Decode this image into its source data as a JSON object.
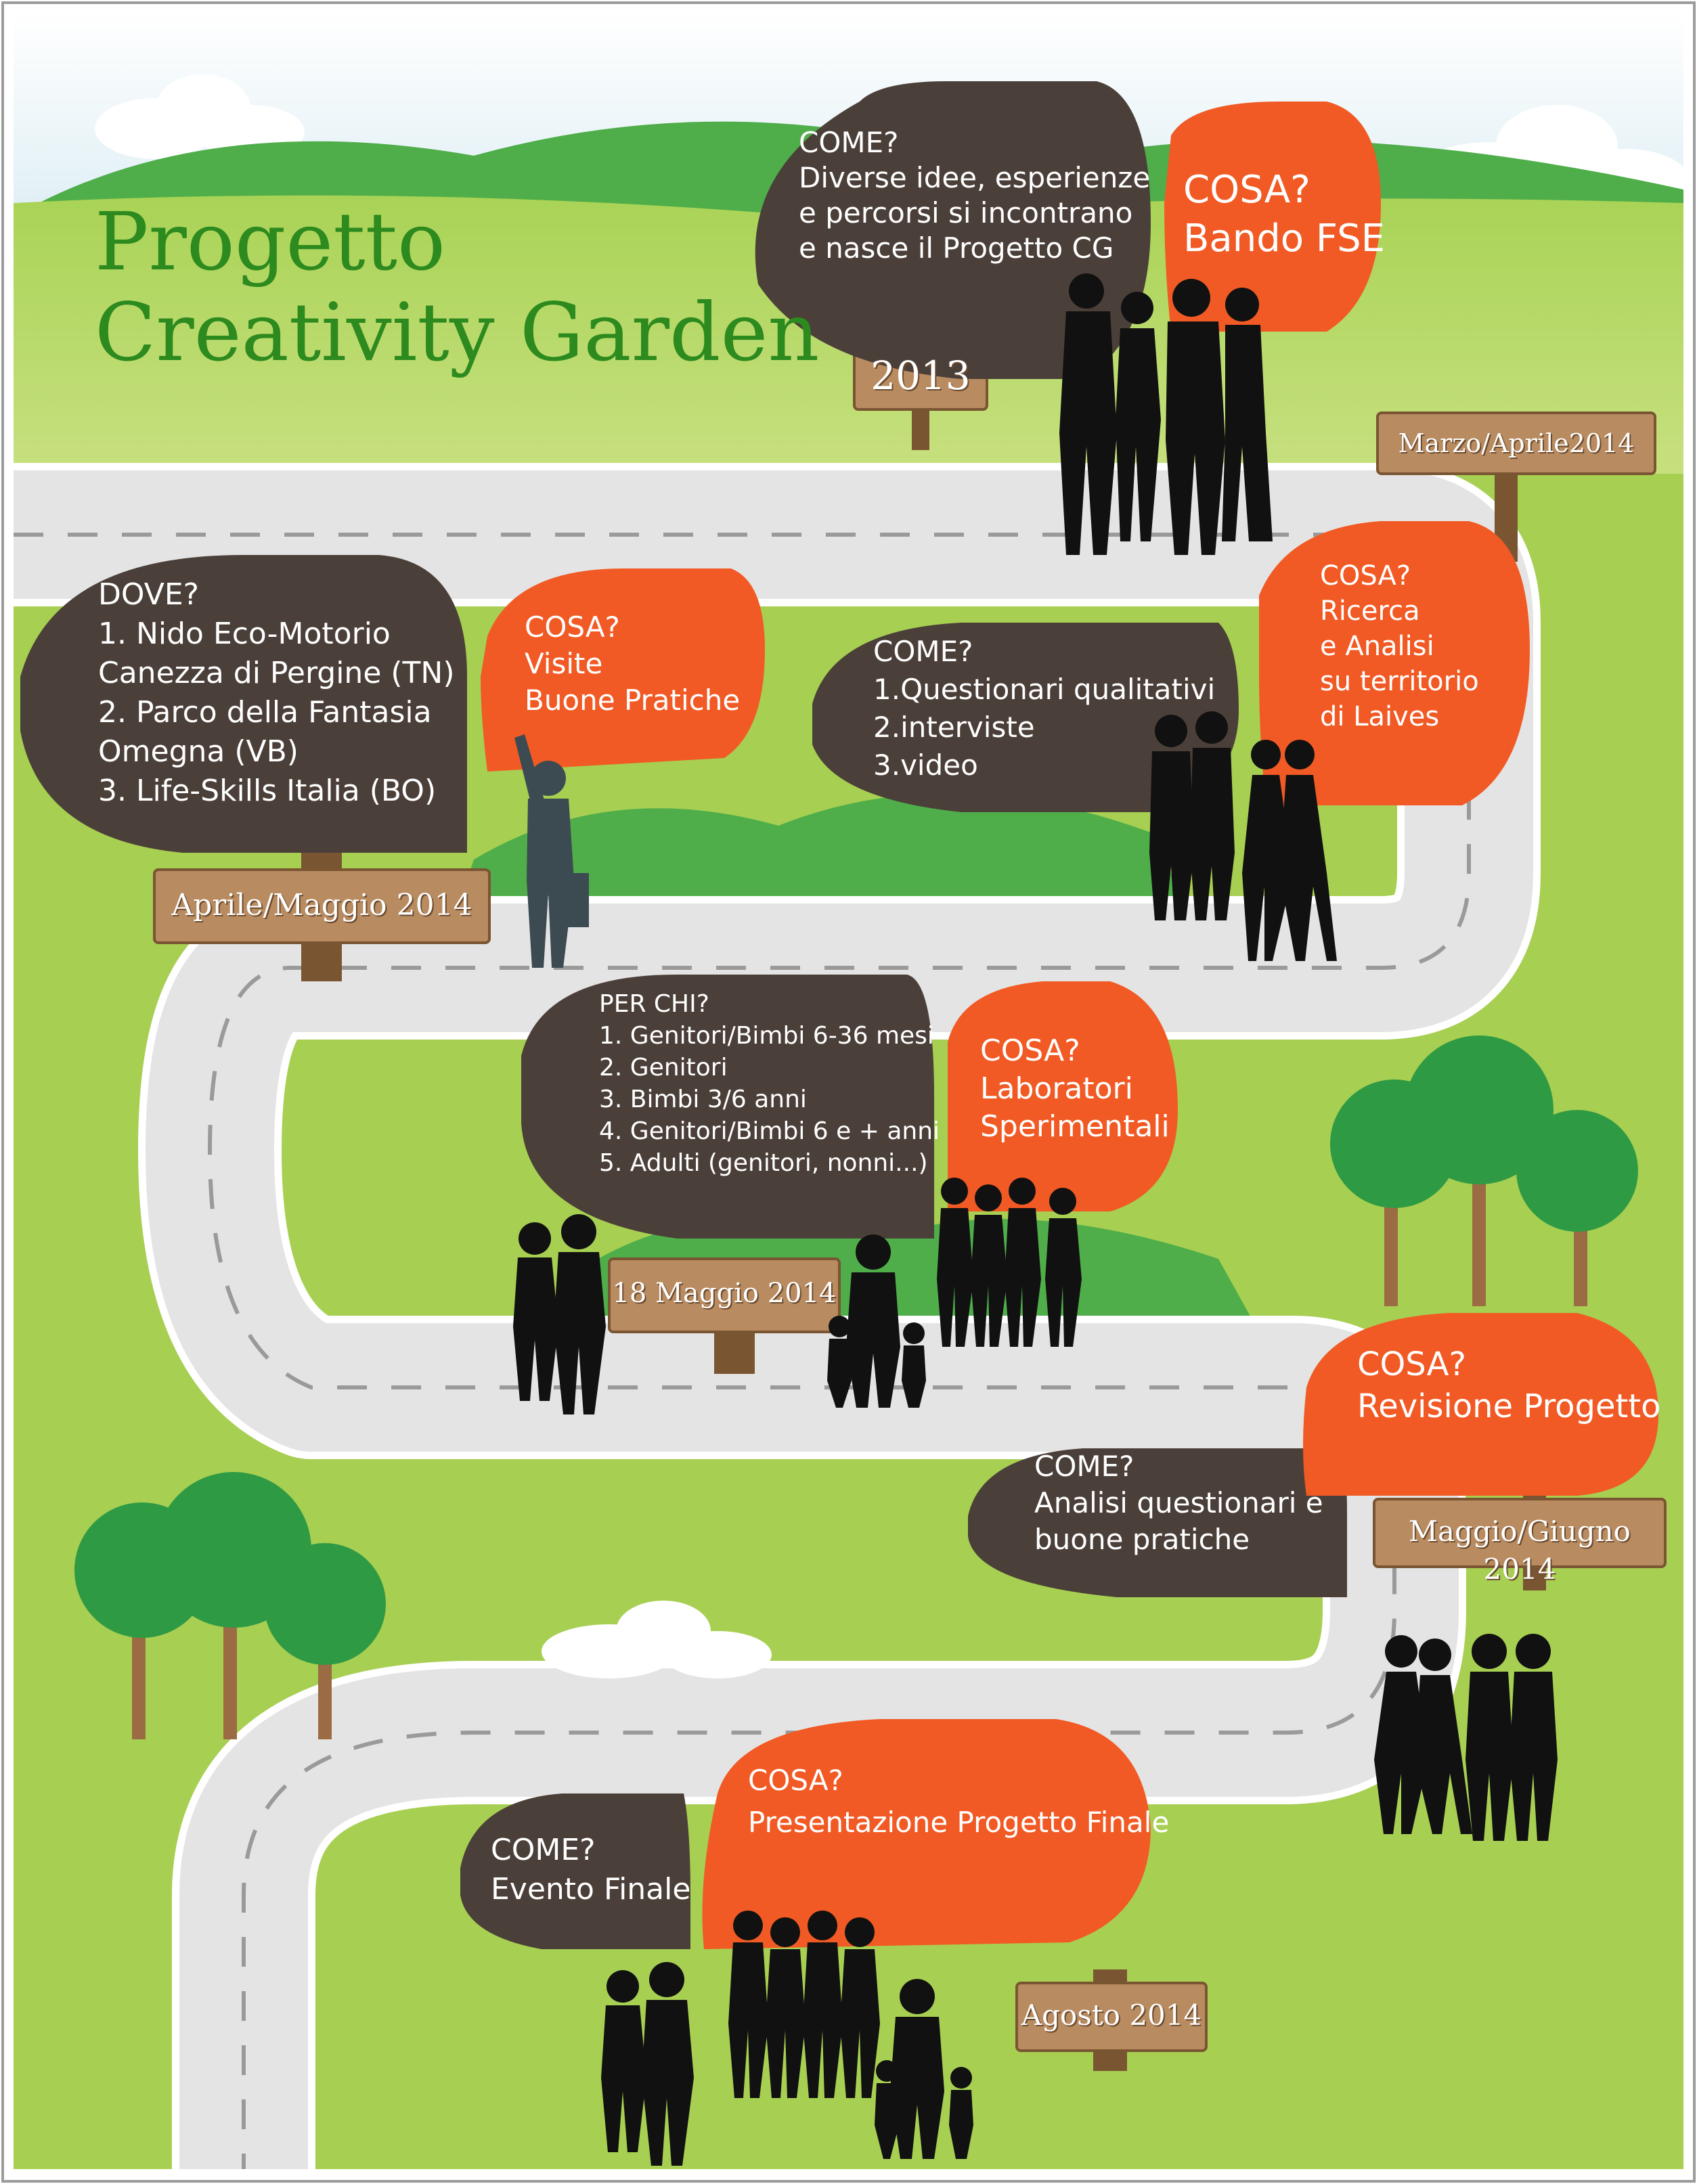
{
  "title": {
    "line1": "Progetto",
    "line2": "Creativity Garden"
  },
  "colors": {
    "sky": "#e9f4f8",
    "grass_light": "#bcd96a",
    "grass": "#8cc63f",
    "hills": "#4fae4a",
    "road": "#e6e6e6",
    "road_edge": "#ffffff",
    "bubble_dark": "#4b3f39",
    "bubble_orange": "#f15a24",
    "sign_wood": "#b88b61",
    "silhouette": "#111111",
    "tree_green": "#2f9a44",
    "trunk": "#9b6b44",
    "title_green": "#2d8a1e"
  },
  "signs": [
    {
      "id": "2013",
      "label": "2013"
    },
    {
      "id": "marzo",
      "label": "Marzo/Aprile2014"
    },
    {
      "id": "aprile",
      "label": "Aprile/Maggio 2014"
    },
    {
      "id": "maggio18",
      "label": "18 Maggio 2014"
    },
    {
      "id": "maggiogiugno",
      "label": "Maggio/Giugno 2014"
    },
    {
      "id": "agosto",
      "label": "Agosto 2014"
    }
  ],
  "bubbles": {
    "come_2013": "COME?\nDiverse idee, esperienze\n e percorsi si incontrano\ne nasce il Progetto CG",
    "cosa_2013": "COSA?\nBando FSE",
    "dove": "DOVE?\n1. Nido Eco-Motorio\nCanezza di Pergine (TN)\n2. Parco della Fantasia\nOmegna (VB)\n3. Life-Skills Italia (BO)",
    "cosa_visite": "COSA?\nVisite\nBuone Pratiche",
    "come_questionari": "COME?\n1.Questionari qualitativi\n2.interviste\n3.video",
    "cosa_ricerca": "COSA?\nRicerca\ne Analisi\nsu territorio\ndi Laives",
    "per_chi": "PER CHI?\n1. Genitori/Bimbi 6-36 mesi\n2. Genitori\n3. Bimbi 3/6 anni\n4. Genitori/Bimbi 6 e + anni\n5. Adulti (genitori, nonni...)",
    "cosa_laboratori": "COSA?\nLaboratori\nSperimentali",
    "cosa_revisione": "COSA?\nRevisione Progetto",
    "come_analisi": "COME?\nAnalisi questionari e\nbuone pratiche",
    "cosa_presentazione": "COSA?\nPresentazione Progetto Finale",
    "come_evento": "COME?\nEvento Finale"
  }
}
